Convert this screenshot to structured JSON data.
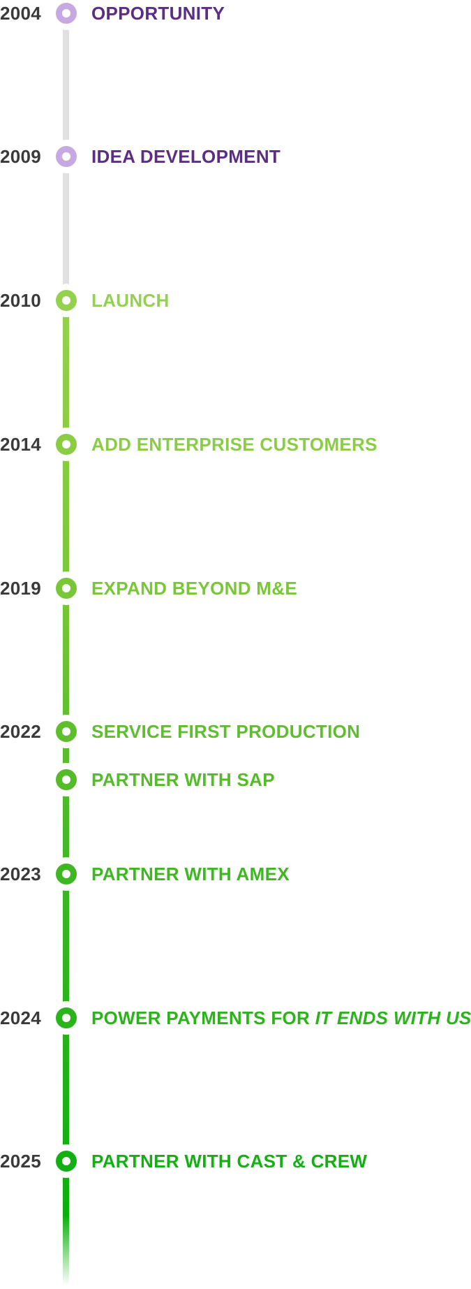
{
  "timeline": {
    "year_text_color": "#3a3a3a",
    "line_gray_color": "#e0e0e0",
    "line_green_start_color": "#97d14e",
    "line_green_end_color": "#0bb00b",
    "milestones": [
      {
        "year": "2004",
        "label": "OPPORTUNITY",
        "label_italic": "",
        "node_color": "#c7a9e2",
        "label_color": "#5b2e84"
      },
      {
        "year": "2009",
        "label": "IDEA DEVELOPMENT",
        "label_italic": "",
        "node_color": "#c7a9e2",
        "label_color": "#5b2e84"
      },
      {
        "year": "2010",
        "label": "LAUNCH",
        "label_italic": "",
        "node_color": "#94d14f",
        "label_color": "#94d14f"
      },
      {
        "year": "2014",
        "label": "ADD ENTERPRISE CUSTOMERS",
        "label_italic": "",
        "node_color": "#8acd45",
        "label_color": "#8acd45"
      },
      {
        "year": "2019",
        "label": "EXPAND BEYOND M&E",
        "label_italic": "",
        "node_color": "#79c737",
        "label_color": "#79c737"
      },
      {
        "year": "2022",
        "label": "SERVICE FIRST PRODUCTION",
        "label_italic": "",
        "node_color": "#5fbe2e",
        "label_color": "#5fbe2e"
      },
      {
        "year": "",
        "label": "PARTNER WITH SAP",
        "label_italic": "",
        "node_color": "#54bb29",
        "label_color": "#54bb29"
      },
      {
        "year": "2023",
        "label": "PARTNER WITH AMEX",
        "label_italic": "",
        "node_color": "#3eb723",
        "label_color": "#3eb723"
      },
      {
        "year": "2024",
        "label": "POWER PAYMENTS FOR ",
        "label_italic": "IT ENDS WITH US",
        "node_color": "#2ab31a",
        "label_color": "#2ab31a"
      },
      {
        "year": "2025",
        "label": "PARTNER WITH CAST & CREW",
        "label_italic": "",
        "node_color": "#12b012",
        "label_color": "#12b012"
      }
    ]
  }
}
